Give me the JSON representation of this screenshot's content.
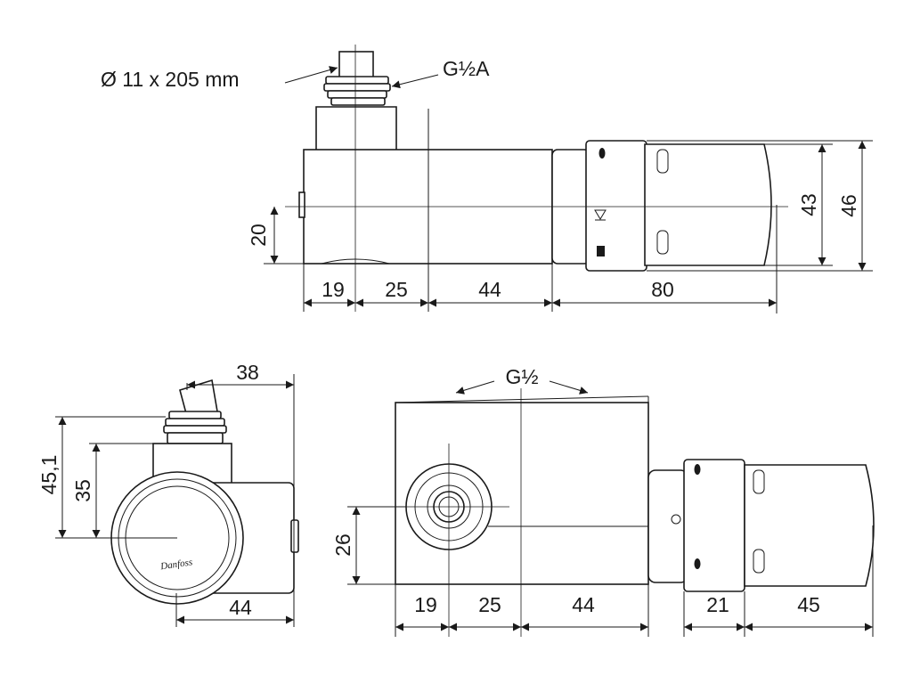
{
  "top_view": {
    "pipe_label": "Ø 11 x 205 mm",
    "thread_label": "G½A",
    "dim_19": "19",
    "dim_25": "25",
    "dim_44": "44",
    "dim_80": "80",
    "dim_20": "20",
    "dim_43": "43",
    "dim_46": "46"
  },
  "side_view": {
    "dim_38": "38",
    "dim_45_1": "45,1",
    "dim_35": "35",
    "dim_44": "44",
    "logo_text": "Danfoss"
  },
  "front_view": {
    "thread_label": "G½",
    "dim_26": "26",
    "dim_19": "19",
    "dim_25": "25",
    "dim_44": "44",
    "dim_21": "21",
    "dim_45": "45"
  }
}
